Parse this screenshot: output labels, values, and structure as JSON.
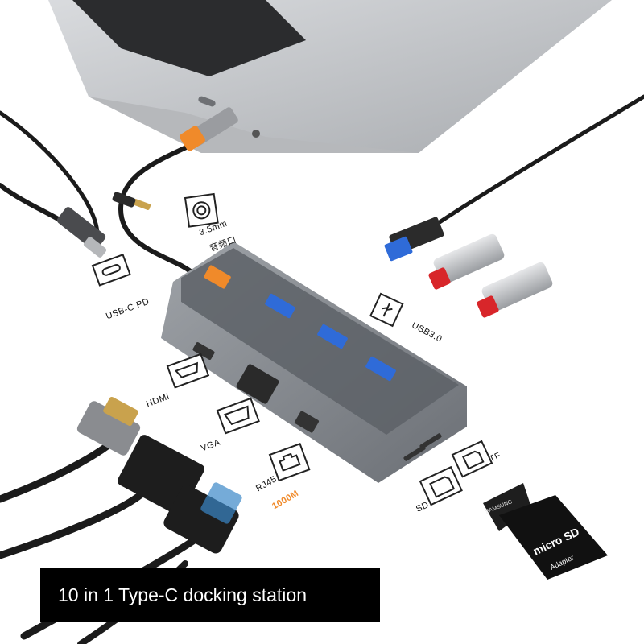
{
  "caption": "10 in 1 Type-C docking station",
  "labels": {
    "audio_size": "3.5mm",
    "audio_cn": "音频口",
    "usbc": "USB-C PD",
    "usb3": "USB3.0",
    "hdmi": "HDMI",
    "vga": "VGA",
    "rj45": "RJ45",
    "rj45_speed": "1000M",
    "sd": "SD",
    "tf": "TF",
    "microsd_text": "micro SD",
    "adapter_text": "Adapter",
    "samsung_text": "SAMSUNG"
  },
  "colors": {
    "accent_orange": "#f08a2a",
    "usb_blue": "#2f6bd8",
    "usb_red": "#d8262a",
    "hub_gray": "#8e9196",
    "laptop_gray": "#c8cacd"
  },
  "icons": [
    "audio-jack-icon",
    "usb-c-icon",
    "usb-icon",
    "hdmi-icon",
    "vga-icon",
    "ethernet-icon",
    "sd-card-icon",
    "tf-card-icon"
  ]
}
